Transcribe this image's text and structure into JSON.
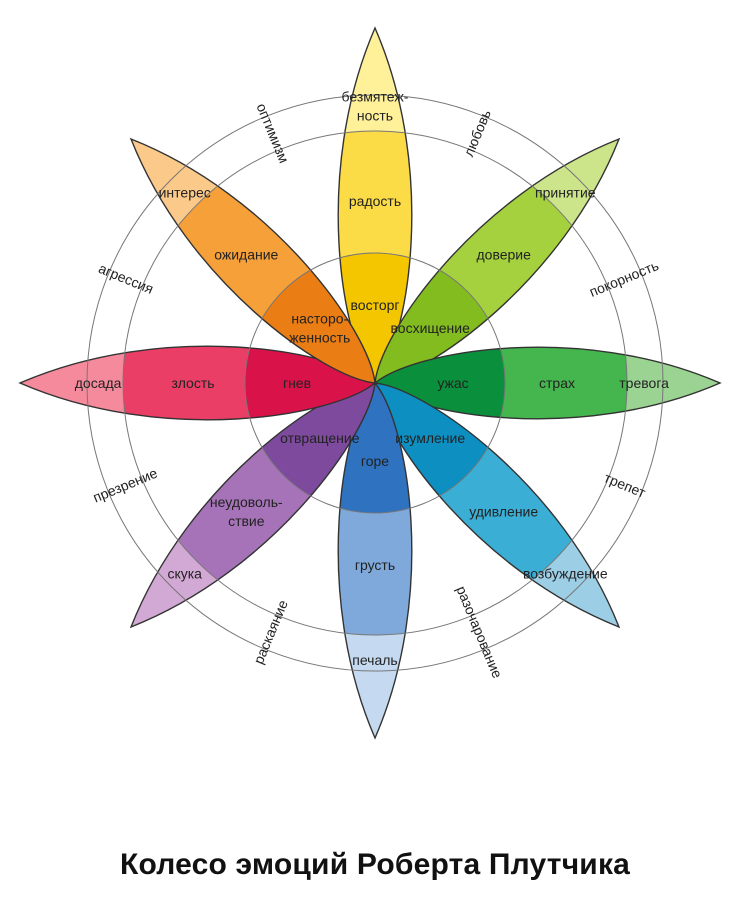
{
  "caption": "Колесо эмоций Роберта Плутчика",
  "petals": [
    {
      "key": "joy",
      "levels": [
        {
          "text": "безмятеж-\nность",
          "color": "#fff09a"
        },
        {
          "text": "радость",
          "color": "#fbdc46"
        },
        {
          "text": "восторг",
          "color": "#f4c600"
        }
      ]
    },
    {
      "key": "trust",
      "levels": [
        {
          "text": "принятие",
          "color": "#cde58a"
        },
        {
          "text": "доверие",
          "color": "#a5d13f"
        },
        {
          "text": "восхищение",
          "color": "#82bc1f"
        }
      ]
    },
    {
      "key": "fear",
      "levels": [
        {
          "text": "тревога",
          "color": "#9bd392"
        },
        {
          "text": "страх",
          "color": "#45b54e"
        },
        {
          "text": "ужас",
          "color": "#0a8f3c"
        }
      ]
    },
    {
      "key": "surprise",
      "levels": [
        {
          "text": "возбуждение",
          "color": "#9ccfe6"
        },
        {
          "text": "удивление",
          "color": "#3aaed4"
        },
        {
          "text": "изумление",
          "color": "#0d8fc2"
        }
      ]
    },
    {
      "key": "sadness",
      "levels": [
        {
          "text": "печаль",
          "color": "#c5daf0"
        },
        {
          "text": "грусть",
          "color": "#7fa9db"
        },
        {
          "text": "горе",
          "color": "#2f72c0"
        }
      ]
    },
    {
      "key": "disgust",
      "levels": [
        {
          "text": "скука",
          "color": "#d2a8d4"
        },
        {
          "text": "неудоволь-\nствие",
          "color": "#a673b9"
        },
        {
          "text": "отвращение",
          "color": "#7d4a9e"
        }
      ]
    },
    {
      "key": "anger",
      "levels": [
        {
          "text": "досада",
          "color": "#f48a9c"
        },
        {
          "text": "злость",
          "color": "#eb3e66"
        },
        {
          "text": "гнев",
          "color": "#d9124a"
        }
      ]
    },
    {
      "key": "anticipation",
      "levels": [
        {
          "text": "интерес",
          "color": "#fbc98a"
        },
        {
          "text": "ожидание",
          "color": "#f5a038"
        },
        {
          "text": "насторо-\nженность",
          "color": "#ea7d14"
        }
      ]
    }
  ],
  "dyads": [
    {
      "text": "любовь"
    },
    {
      "text": "покорность"
    },
    {
      "text": "трепет"
    },
    {
      "text": "разочарование"
    },
    {
      "text": "раскаяние"
    },
    {
      "text": "презрение"
    },
    {
      "text": "агрессия"
    },
    {
      "text": "оптимизм"
    }
  ],
  "colors": {
    "outline": "#333333",
    "ring": "#777777",
    "text": "#222222",
    "background": "#ffffff"
  }
}
